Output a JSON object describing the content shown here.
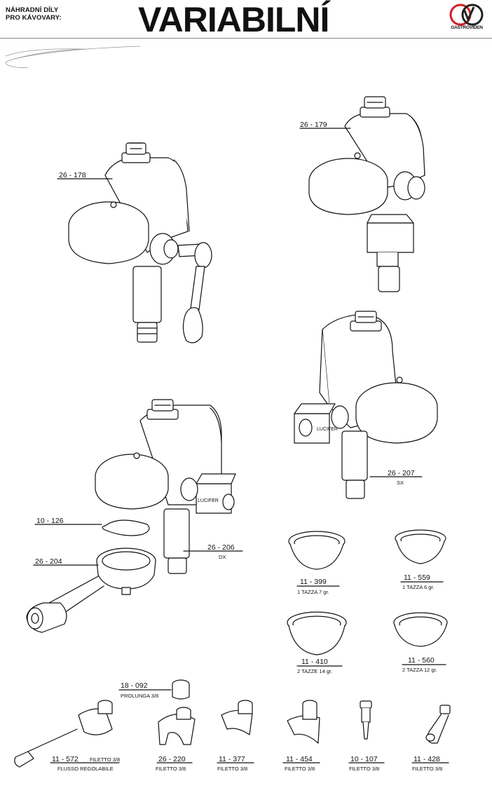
{
  "header": {
    "subtitle_line1": "NÁHRADNÍ DÍLY",
    "subtitle_line2": "PRO KÁVOVARY:",
    "title": "VARIABILNÍ",
    "logo_text": "GASTROVIDEN"
  },
  "parts": {
    "p26_178": {
      "code": "26 - 178"
    },
    "p26_179": {
      "code": "26 - 179"
    },
    "p26_207": {
      "code": "26 - 207",
      "note": "SX"
    },
    "p26_206": {
      "code": "26 - 206",
      "note": "DX"
    },
    "p10_126": {
      "code": "10 - 126"
    },
    "p26_204": {
      "code": "26 - 204"
    },
    "p11_399": {
      "code": "11 - 399",
      "note": "1 TAZZA  7 gr."
    },
    "p11_559": {
      "code": "11 - 559",
      "note": "1 TAZZA  6 gr."
    },
    "p11_410": {
      "code": "11 - 410",
      "note": "2 TAZZE  14 gr."
    },
    "p11_560": {
      "code": "11 - 560",
      "note": "2 TAZZA  12 gr."
    },
    "p18_092": {
      "code": "18 - 092",
      "note": "PROLUNGA 3/8"
    },
    "p11_572": {
      "code": "11 - 572",
      "note_inline": "FILETTO  3/8",
      "note": "FLUSSO  REGOLABILE"
    },
    "p26_220": {
      "code": "26 - 220",
      "note": "FILETTO  3/8"
    },
    "p11_377": {
      "code": "11 - 377",
      "note": "FILETTO  3/8"
    },
    "p11_454": {
      "code": "11 - 454",
      "note": "FILETTO  3/8"
    },
    "p10_107": {
      "code": "10 - 107",
      "note": "FILETTO  3/8"
    },
    "p11_428": {
      "code": "11 - 428",
      "note": "FILETTO  3/8"
    }
  },
  "solenoid_label": "LUCIFER",
  "colors": {
    "logo_red": "#d21f26",
    "ink": "#111111"
  }
}
